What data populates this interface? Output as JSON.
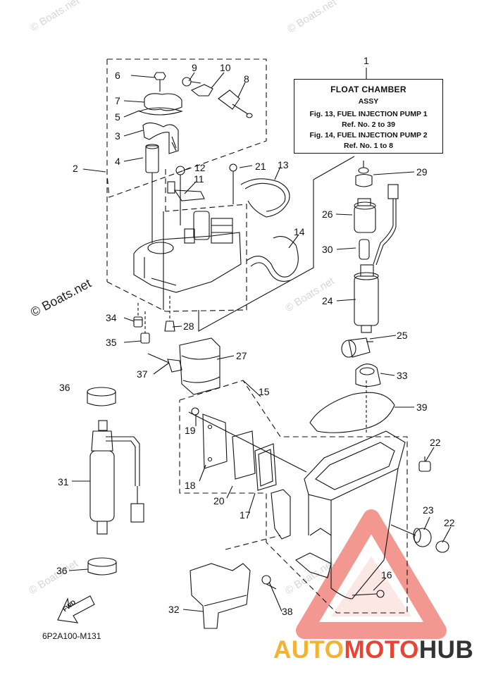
{
  "watermark_text": "© Boats.net",
  "info_box": {
    "title": "FLOAT CHAMBER",
    "subtitle": "ASSY",
    "line1": "Fig. 13, FUEL INJECTION PUMP 1",
    "line2": "Ref. No. 2 to 39",
    "line3": "Fig. 14, FUEL INJECTION PUMP 2",
    "line4": "Ref. No. 1 to 8"
  },
  "fwd_label": "FWD",
  "diagram_code": "6P2A100-M131",
  "brand": {
    "part1": "AUTO",
    "part2": "MOTO",
    "part3": "HUB",
    "color1": "#f2b233",
    "color2": "#e84436",
    "color3": "#333333"
  },
  "callouts": [
    "1",
    "2",
    "3",
    "4",
    "5",
    "6",
    "7",
    "8",
    "9",
    "10",
    "11",
    "12",
    "13",
    "14",
    "15",
    "16",
    "17",
    "18",
    "19",
    "20",
    "21",
    "22",
    "22",
    "23",
    "24",
    "25",
    "26",
    "27",
    "28",
    "29",
    "30",
    "31",
    "32",
    "33",
    "34",
    "35",
    "36",
    "36",
    "37",
    "38",
    "39"
  ]
}
